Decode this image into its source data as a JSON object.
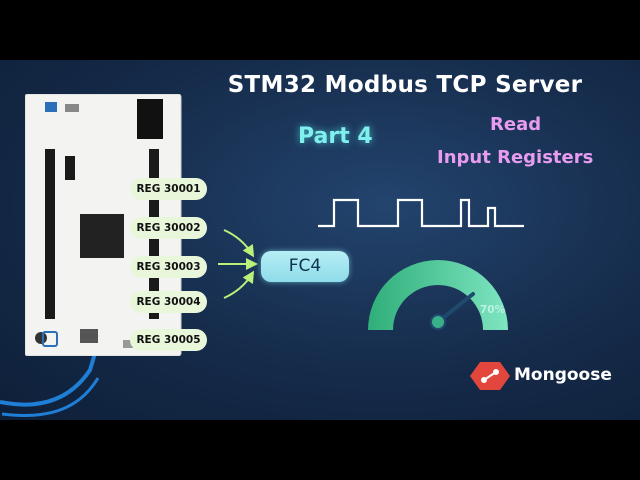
{
  "title": "STM32 Modbus TCP Server",
  "part": "Part 4",
  "subtitle_line1": "Read",
  "subtitle_line2": "Input Registers",
  "registers": [
    "REG 30001",
    "REG 30002",
    "REG 30003",
    "REG 30004",
    "REG 30005"
  ],
  "function_code": "FC4",
  "gauge": {
    "percent_label": "70%",
    "level": 0.7
  },
  "brand": "Mongoose",
  "colors": {
    "background": "#152b4a",
    "title": "#ffffff",
    "part": "#7ff0ee",
    "subtitle": "#e79cf0",
    "register_pill": "#e8f7da",
    "fc_pill": "#b7eef4",
    "gauge_green": "#5bd3a0",
    "brand_red": "#e2463c"
  },
  "icons": [
    "nucleo-board",
    "ethernet-cable",
    "square-wave",
    "speedometer-gauge",
    "mongoose-logo-icon"
  ]
}
